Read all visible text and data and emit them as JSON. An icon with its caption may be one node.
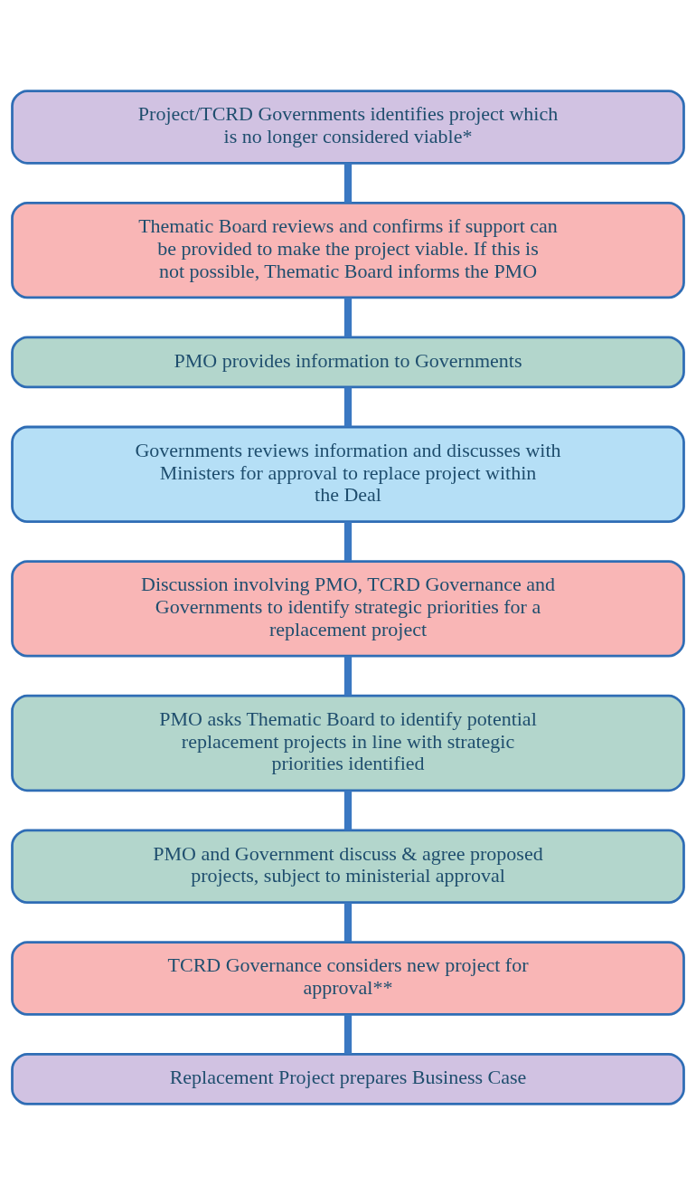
{
  "diagram": {
    "nodes": [
      {
        "text": [
          "Project/TCRD Governments identifies project which is no longer considered viable*"
        ]
      },
      {
        "text": [
          "Thematic Board reviews and confirms if support can be provided to make the project viable. If this is not possible, Thematic Board informs the PMO"
        ]
      },
      {
        "text": [
          "PMO provides information to Governments"
        ]
      },
      {
        "text": [
          "Governments reviews information and discusses with Ministers for approval to replace project within the Deal"
        ]
      },
      {
        "text": [
          "Discussion involving PMO, TCRD Governance and Governments to identify strategic priorities for a replacement project"
        ]
      },
      {
        "text": [
          "PMO asks Thematic Board to identify potential replacement projects in line with strategic priorities identified"
        ]
      },
      {
        "text": [
          "PMO and Government discuss & agree proposed projects, subject to ministerial approval"
        ]
      },
      {
        "text": [
          "TCRD Governance considers new project for approval**"
        ]
      },
      {
        "text": [
          "Replacement Project prepares Business Case"
        ]
      }
    ],
    "edges": [
      {
        "from": 0,
        "to": 1,
        "arrow": "none"
      },
      {
        "from": 1,
        "to": 2,
        "arrow": "none"
      },
      {
        "from": 2,
        "to": 3,
        "arrow": "none"
      },
      {
        "from": 3,
        "to": 4,
        "arrow": "none"
      },
      {
        "from": 4,
        "to": 5,
        "arrow": "none"
      },
      {
        "from": 5,
        "to": 6,
        "arrow": "none"
      },
      {
        "from": 6,
        "to": 7,
        "arrow": "none"
      },
      {
        "from": 7,
        "to": 8,
        "arrow": "none"
      }
    ]
  }
}
